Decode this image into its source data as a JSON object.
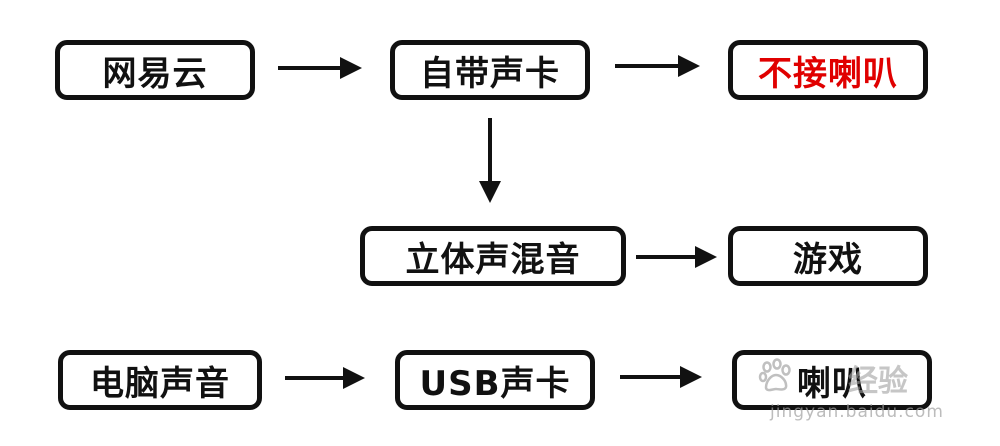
{
  "nodes": {
    "wangyiyun": "网易云",
    "zidai_shengka": "自带声卡",
    "bujie_laba": "不接喇叭",
    "litisheng_hunyin": "立体声混音",
    "youxi": "游戏",
    "diannao_shengyin": "电脑声音",
    "usb_shengka": "USB声卡",
    "laba": "喇叭"
  },
  "colors": {
    "border": "#111111",
    "text": "#111111",
    "highlight_text": "#e00000"
  },
  "watermark": {
    "brand": "经验",
    "url": "jingyan.baidu.com",
    "icon": "baidu-paw-icon"
  },
  "edges": [
    {
      "from": "网易云",
      "to": "自带声卡"
    },
    {
      "from": "自带声卡",
      "to": "不接喇叭"
    },
    {
      "from": "自带声卡",
      "to": "立体声混音"
    },
    {
      "from": "立体声混音",
      "to": "游戏"
    },
    {
      "from": "电脑声音",
      "to": "USB声卡"
    },
    {
      "from": "USB声卡",
      "to": "喇叭"
    }
  ]
}
